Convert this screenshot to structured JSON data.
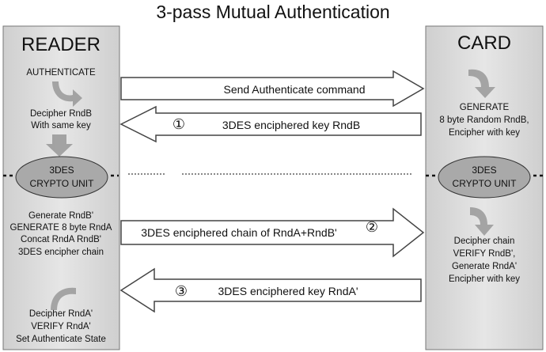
{
  "title": "3-pass Mutual Authentication",
  "reader": {
    "heading": "READER",
    "step1": "AUTHENTICATE",
    "step2": [
      "Decipher RndB",
      "With same key"
    ],
    "crypto": [
      "3DES",
      "CRYPTO UNIT"
    ],
    "step3": [
      "Generate RndB'",
      "GENERATE 8 byte RndA",
      "Concat RndA RndB'",
      "3DES encipher chain"
    ],
    "step4": [
      "Decipher RndA'",
      "VERIFY RndA'",
      "Set Authenticate State"
    ]
  },
  "card": {
    "heading": "CARD",
    "step1": [
      "GENERATE",
      "8 byte Random RndB,",
      "Encipher with key"
    ],
    "crypto": [
      "3DES",
      "CRYPTO UNIT"
    ],
    "step2": [
      "Decipher chain",
      "VERIFY RndB',",
      "Generate RndA'",
      "Encipher with key"
    ]
  },
  "messages": [
    {
      "label": "Send Authenticate command",
      "marker": "",
      "direction": "to-card"
    },
    {
      "label": "3DES enciphered key RndB",
      "marker": "①",
      "direction": "to-reader"
    },
    {
      "label": "3DES enciphered chain of RndA+RndB'",
      "marker": "②",
      "direction": "to-card"
    },
    {
      "label": "3DES enciphered key RndA'",
      "marker": "③",
      "direction": "to-reader"
    }
  ],
  "colors": {
    "panel": "#d9d9d9",
    "panel_border": "#777777",
    "arrow_fill": "#ffffff",
    "arrow_stroke": "#444444",
    "ellipse": "#a9a9a9",
    "curve": "#9c9c9c"
  }
}
